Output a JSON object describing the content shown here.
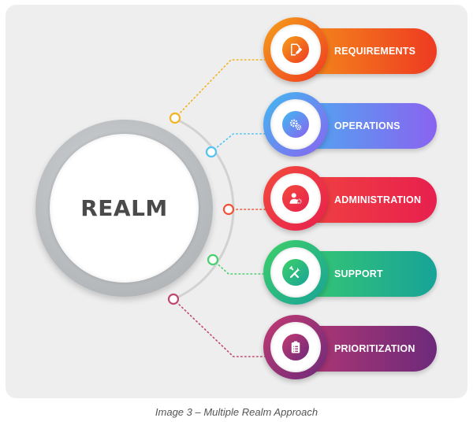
{
  "diagram": {
    "center_label": "REALM",
    "items": [
      {
        "label": "REQUIREMENTS",
        "icon": "edit-document-icon",
        "color_start": "#f6a019",
        "color_end": "#ee3a22",
        "node_color": "#f4b321"
      },
      {
        "label": "OPERATIONS",
        "icon": "gears-icon",
        "color_start": "#40b9f0",
        "color_end": "#8a63f0",
        "node_color": "#52c3f0"
      },
      {
        "label": "ADMINISTRATION",
        "icon": "user-settings-icon",
        "color_start": "#f24b3c",
        "color_end": "#e8204e",
        "node_color": "#ef5235"
      },
      {
        "label": "SUPPORT",
        "icon": "tools-icon",
        "color_start": "#3fd068",
        "color_end": "#17a398",
        "node_color": "#49d06f"
      },
      {
        "label": "PRIORITIZATION",
        "icon": "clipboard-list-icon",
        "color_start": "#c23a72",
        "color_end": "#6d2a7a",
        "node_color": "#c0486c"
      }
    ]
  },
  "caption": "Image 3 – Multiple Realm Approach"
}
